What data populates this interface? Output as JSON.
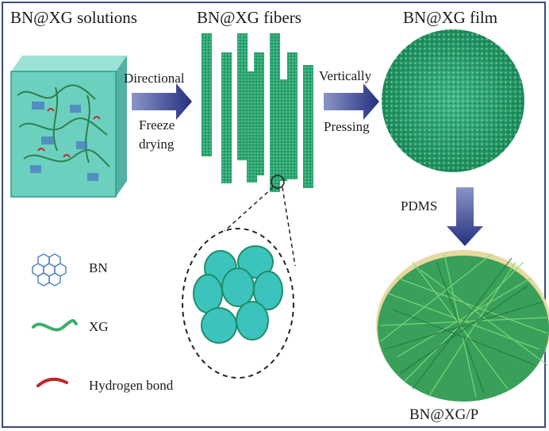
{
  "titles": {
    "solutions": "BN@XG solutions",
    "fibers": "BN@XG fibers",
    "film": "BN@XG film",
    "composite": "BN@XG/P"
  },
  "steps": {
    "step1_line1": "Directional",
    "step1_line2": "Freeze",
    "step1_line3": "drying",
    "step2_line1": "Vertically",
    "step2_line2": "Pressing",
    "step3": "PDMS"
  },
  "legend": [
    {
      "icon": "hexagonal-bn-icon",
      "label": "BN"
    },
    {
      "icon": "xg-wave-icon",
      "label": "XG"
    },
    {
      "icon": "hydrogen-bond-icon",
      "label": "Hydrogen bond"
    }
  ],
  "colors": {
    "frame": "#3a4a86",
    "arrow": "#2e3a8a",
    "fiber": "#2fa774",
    "cube": "#59c5b4",
    "cell": "#3cc3bd",
    "hbond": "#c0262c",
    "bn": "#4a7fc0"
  }
}
